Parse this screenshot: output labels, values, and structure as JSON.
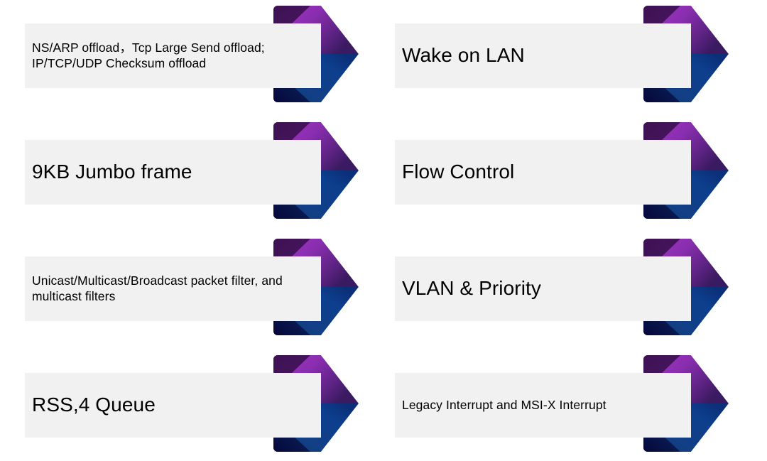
{
  "slide": {
    "background_color": "#ffffff",
    "layout": "two-column chevron list",
    "columns": 2,
    "rows": 4
  },
  "style": {
    "plate_color": "#f1f1f1",
    "text_color": "#000000",
    "chevron_purple_light": "#9b30bd",
    "chevron_purple_mid": "#8b2fb0",
    "chevron_purple_dark": "#3f1152",
    "chevron_purple_tip": "#3d1f63",
    "chevron_blue_light": "#16508f",
    "chevron_blue_mid": "#0f3f8a",
    "chevron_blue_dark": "#0a1050",
    "chevron_blue_fold": "#060a3e"
  },
  "items": [
    {
      "id": "ns-arp-offload",
      "column": "left",
      "row": 1,
      "text": "NS/ARP offload，Tcp Large Send offload; IP/TCP/UDP Checksum offload",
      "text_size": "small",
      "icon": "chevron-arrow-icon"
    },
    {
      "id": "wake-on-lan",
      "column": "right",
      "row": 1,
      "text": "Wake on LAN",
      "text_size": "large",
      "icon": "chevron-arrow-icon"
    },
    {
      "id": "jumbo-frame",
      "column": "left",
      "row": 2,
      "text": "9KB Jumbo frame",
      "text_size": "large",
      "icon": "chevron-arrow-icon"
    },
    {
      "id": "flow-control",
      "column": "right",
      "row": 2,
      "text": "Flow Control",
      "text_size": "large",
      "icon": "chevron-arrow-icon"
    },
    {
      "id": "packet-filter",
      "column": "left",
      "row": 3,
      "text": "Unicast/Multicast/Broadcast packet filter, and multicast filters",
      "text_size": "small",
      "icon": "chevron-arrow-icon"
    },
    {
      "id": "vlan-priority",
      "column": "right",
      "row": 3,
      "text": "VLAN & Priority",
      "text_size": "large",
      "icon": "chevron-arrow-icon"
    },
    {
      "id": "rss-queue",
      "column": "left",
      "row": 4,
      "text": "RSS,4 Queue",
      "text_size": "large",
      "icon": "chevron-arrow-icon"
    },
    {
      "id": "interrupts",
      "column": "right",
      "row": 4,
      "text": "Legacy Interrupt and MSI-X Interrupt",
      "text_size": "small",
      "icon": "chevron-arrow-icon"
    }
  ]
}
